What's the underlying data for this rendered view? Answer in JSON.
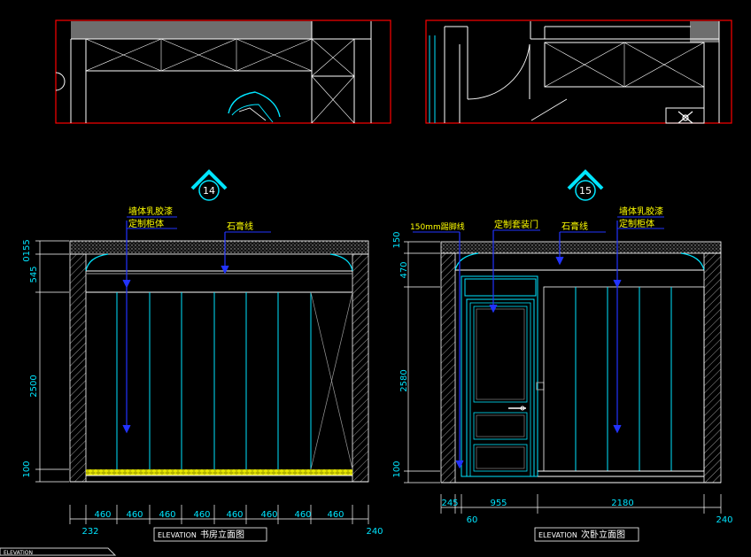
{
  "plans": {
    "left_note": "",
    "right_note": ""
  },
  "left_elevation": {
    "badge": "14",
    "callout_paint": "墙体乳胶漆",
    "callout_cabinet": "定制柜体",
    "callout_molding": "石膏线",
    "dim_vertical": [
      "0155",
      "545",
      "2500",
      "100"
    ],
    "dim_horizontal": [
      "460",
      "460",
      "460",
      "460",
      "460",
      "460",
      "460",
      "460"
    ],
    "dim_bottom_left": "232",
    "dim_bottom_right": "240",
    "title_prefix": "ELEVATION",
    "title": "书房立面图"
  },
  "right_elevation": {
    "badge": "15",
    "callout_skirting": "150mm踢脚线",
    "callout_door": "定制套装门",
    "callout_molding": "石膏线",
    "callout_paint": "墙体乳胶漆",
    "callout_cabinet": "定制柜体",
    "dim_vertical": [
      "150",
      "470",
      "2580",
      "100"
    ],
    "dim_horizontal": [
      "245",
      "955",
      "2180"
    ],
    "dim_bottom_left": "60",
    "dim_bottom_right": "240",
    "title_prefix": "ELEVATION",
    "title": "次卧立面图"
  },
  "footer_tab": "ELEVATION"
}
